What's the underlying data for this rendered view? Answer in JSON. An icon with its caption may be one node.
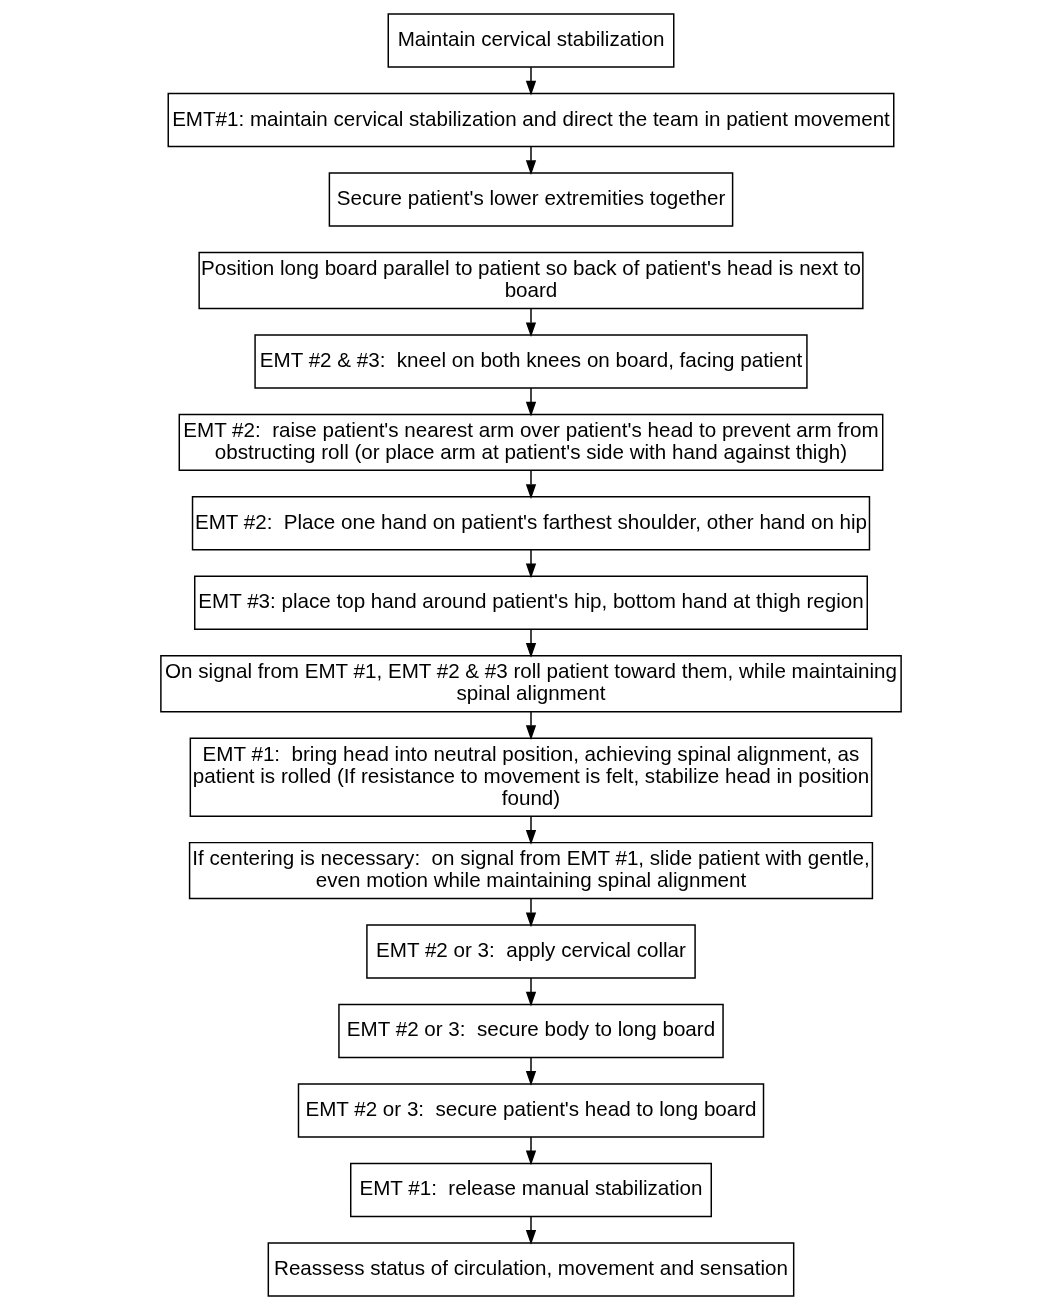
{
  "diagram": {
    "nodes": [
      {
        "text": [
          "Maintain cervical stabilization"
        ]
      },
      {
        "text": [
          "EMT#1: maintain cervical stabilization and direct the team in patient movement"
        ]
      },
      {
        "text": [
          "Secure patient's lower extremities together"
        ]
      },
      {
        "text": [
          "Position long board parallel to patient so back of patient's head is next to board"
        ]
      },
      {
        "text": [
          "EMT #2 & #3:  kneel on both knees on board, facing patient"
        ]
      },
      {
        "text": [
          "EMT #2:  raise patient's nearest arm over patient's head to prevent arm from obstructing roll (or place arm at patient's side with hand against thigh)"
        ]
      },
      {
        "text": [
          "EMT #2:  Place one hand on patient's farthest shoulder, other hand on hip"
        ]
      },
      {
        "text": [
          "EMT #3: place top hand around patient's hip, bottom hand at thigh region"
        ]
      },
      {
        "text": [
          "On signal from EMT #1, EMT #2 & #3 roll patient toward them, while maintaining spinal alignment"
        ]
      },
      {
        "text": [
          "EMT #1:  bring head into neutral position, achieving spinal alignment, as patient is rolled (If resistance to movement is felt, stabilize head in position found)"
        ]
      },
      {
        "text": [
          "If centering is necessary:  on signal from EMT #1, slide patient with gentle, even motion while maintaining spinal alignment"
        ]
      },
      {
        "text": [
          "EMT #2 or 3:  apply cervical collar"
        ]
      },
      {
        "text": [
          "EMT #2 or 3:  secure body to long board"
        ]
      },
      {
        "text": [
          "EMT #2 or 3:  secure patient's head to long board"
        ]
      },
      {
        "text": [
          "EMT #1:  release manual stabilization"
        ]
      },
      {
        "text": [
          "Reassess status of circulation, movement and sensation"
        ]
      }
    ],
    "edges": [
      {
        "from": 0,
        "to": 1,
        "arrow": "to"
      },
      {
        "from": 1,
        "to": 2,
        "arrow": "to"
      },
      {
        "from": 3,
        "to": 4,
        "arrow": "to"
      },
      {
        "from": 4,
        "to": 5,
        "arrow": "to"
      },
      {
        "from": 5,
        "to": 6,
        "arrow": "to"
      },
      {
        "from": 6,
        "to": 7,
        "arrow": "to"
      },
      {
        "from": 7,
        "to": 8,
        "arrow": "to"
      },
      {
        "from": 8,
        "to": 9,
        "arrow": "to"
      },
      {
        "from": 9,
        "to": 10,
        "arrow": "to"
      },
      {
        "from": 10,
        "to": 11,
        "arrow": "to"
      },
      {
        "from": 11,
        "to": 12,
        "arrow": "to"
      },
      {
        "from": 12,
        "to": 13,
        "arrow": "to"
      },
      {
        "from": 13,
        "to": 14,
        "arrow": "to"
      },
      {
        "from": 14,
        "to": 15,
        "arrow": "to"
      }
    ]
  }
}
